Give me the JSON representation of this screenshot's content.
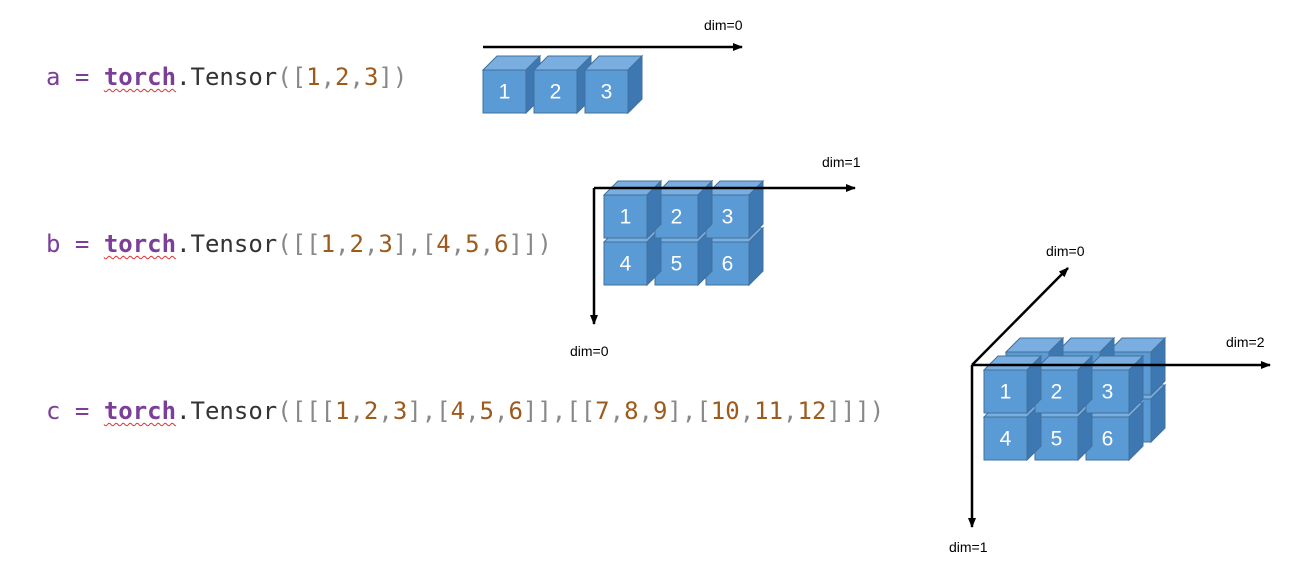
{
  "code_lines": [
    {
      "var": "a",
      "eq": "=",
      "module": "torch",
      "dot": ".",
      "fn": "Tensor",
      "args": [
        {
          "t": "br",
          "v": "(["
        },
        {
          "t": "num",
          "v": "1"
        },
        {
          "t": "cm",
          "v": ","
        },
        {
          "t": "num",
          "v": "2"
        },
        {
          "t": "cm",
          "v": ","
        },
        {
          "t": "num",
          "v": "3"
        },
        {
          "t": "br",
          "v": "])"
        }
      ]
    },
    {
      "var": "b",
      "eq": "=",
      "module": "torch",
      "dot": ".",
      "fn": "Tensor",
      "args": [
        {
          "t": "br",
          "v": "([["
        },
        {
          "t": "num",
          "v": "1"
        },
        {
          "t": "cm",
          "v": ","
        },
        {
          "t": "num",
          "v": "2"
        },
        {
          "t": "cm",
          "v": ","
        },
        {
          "t": "num",
          "v": "3"
        },
        {
          "t": "br",
          "v": "],["
        },
        {
          "t": "num",
          "v": "4"
        },
        {
          "t": "cm",
          "v": ","
        },
        {
          "t": "num",
          "v": "5"
        },
        {
          "t": "cm",
          "v": ","
        },
        {
          "t": "num",
          "v": "6"
        },
        {
          "t": "br",
          "v": "]])"
        }
      ]
    },
    {
      "var": "c",
      "eq": "=",
      "module": "torch",
      "dot": ".",
      "fn": "Tensor",
      "args": [
        {
          "t": "br",
          "v": "([[["
        },
        {
          "t": "num",
          "v": "1"
        },
        {
          "t": "cm",
          "v": ","
        },
        {
          "t": "num",
          "v": "2"
        },
        {
          "t": "cm",
          "v": ","
        },
        {
          "t": "num",
          "v": "3"
        },
        {
          "t": "br",
          "v": "],["
        },
        {
          "t": "num",
          "v": "4"
        },
        {
          "t": "cm",
          "v": ","
        },
        {
          "t": "num",
          "v": "5"
        },
        {
          "t": "cm",
          "v": ","
        },
        {
          "t": "num",
          "v": "6"
        },
        {
          "t": "br",
          "v": "]],[["
        },
        {
          "t": "num",
          "v": "7"
        },
        {
          "t": "cm",
          "v": ","
        },
        {
          "t": "num",
          "v": "8"
        },
        {
          "t": "cm",
          "v": ","
        },
        {
          "t": "num",
          "v": "9"
        },
        {
          "t": "br",
          "v": "],["
        },
        {
          "t": "num",
          "v": "10"
        },
        {
          "t": "cm",
          "v": ","
        },
        {
          "t": "num",
          "v": "11"
        },
        {
          "t": "cm",
          "v": ","
        },
        {
          "t": "num",
          "v": "12"
        },
        {
          "t": "br",
          "v": "]]])"
        }
      ]
    }
  ],
  "colors": {
    "cube_front": "#5b9bd5",
    "cube_top": "#7aaee0",
    "cube_side": "#3e78b2",
    "cube_edge": "#41719c",
    "variable": "#7b3f98",
    "number": "#9c5a1c",
    "bracket": "#888888"
  },
  "diagrams": {
    "a": {
      "axis_labels": {
        "dim0": "dim=0"
      },
      "cells": [
        "1",
        "2",
        "3"
      ]
    },
    "b": {
      "axis_labels": {
        "dim0": "dim=0",
        "dim1": "dim=1"
      },
      "cells": [
        "1",
        "2",
        "3",
        "4",
        "5",
        "6"
      ]
    },
    "c": {
      "axis_labels": {
        "dim0": "dim=0",
        "dim1": "dim=1",
        "dim2": "dim=2"
      },
      "cells": [
        "1",
        "2",
        "3",
        "4",
        "5",
        "6"
      ]
    }
  }
}
